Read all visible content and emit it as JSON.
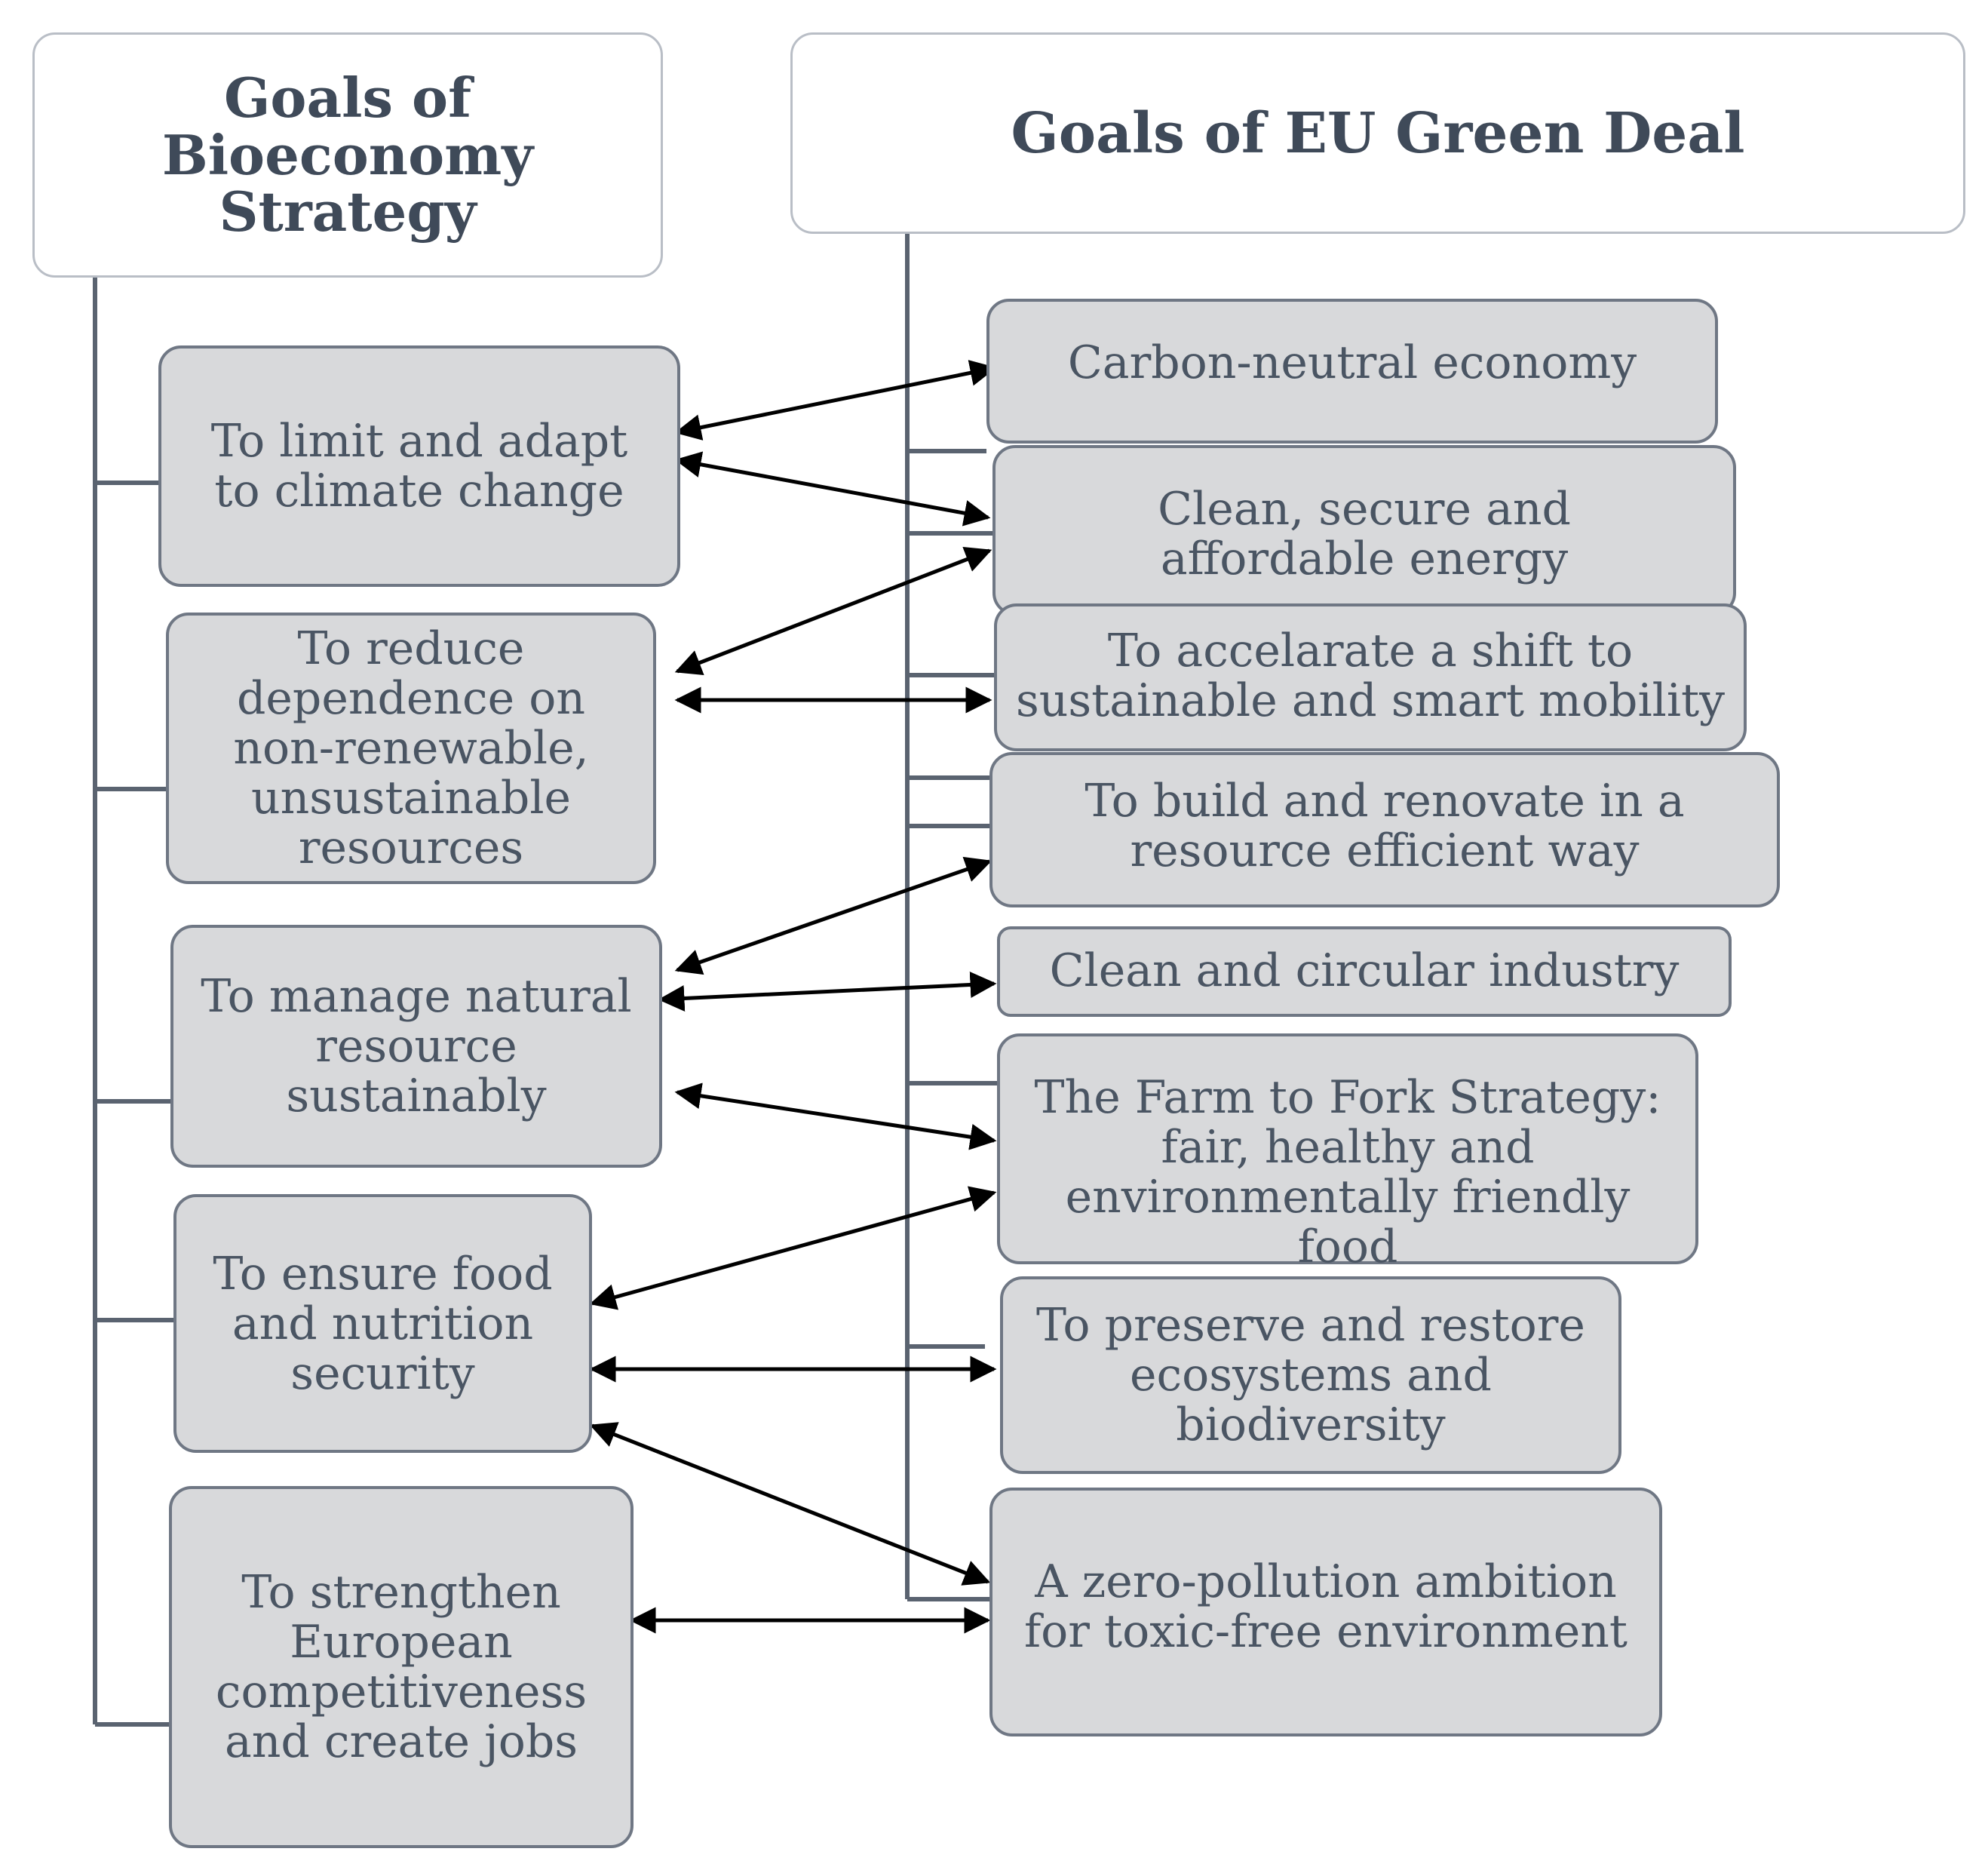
{
  "bioeconomy": {
    "title": "Goals of Bioeconomy Strategy",
    "goals": [
      "To limit and adapt to climate change",
      "To reduce dependence on non-renewable, unsustainable resources",
      "To manage natural resource sustainably",
      "To ensure food and nutrition security",
      "To strengthen European competitiveness and create jobs"
    ]
  },
  "green_deal": {
    "title": "Goals of EU Green Deal",
    "goals": [
      "Carbon-neutral economy",
      "Clean, secure and affordable energy",
      "To accelarate a shift to sustainable and smart mobility",
      "To build and renovate in a resource efficient way",
      "Clean and circular industry",
      "The Farm to Fork Strategy: fair, healthy and environmentally friendly food",
      "To preserve and restore ecosystems and biodiversity",
      "A zero-pollution ambition for toxic-free environment"
    ]
  },
  "links": [
    {
      "from": "To limit and adapt to climate change",
      "to": "Carbon-neutral economy"
    },
    {
      "from": "To limit and adapt to climate change",
      "to": "Clean, secure and affordable energy"
    },
    {
      "from": "To reduce dependence on non-renewable, unsustainable resources",
      "to": "Clean, secure and affordable energy"
    },
    {
      "from": "To reduce dependence on non-renewable, unsustainable resources",
      "to": "To accelarate a shift to sustainable and smart mobility"
    },
    {
      "from": "To manage natural resource sustainably",
      "to": "To build and renovate in a resource efficient way"
    },
    {
      "from": "To manage natural resource sustainably",
      "to": "Clean and circular industry"
    },
    {
      "from": "To manage natural resource sustainably",
      "to": "The Farm to Fork Strategy: fair, healthy and environmentally friendly food"
    },
    {
      "from": "To ensure food and nutrition security",
      "to": "The Farm to Fork Strategy: fair, healthy and environmentally friendly food"
    },
    {
      "from": "To ensure food and nutrition security",
      "to": "To preserve and restore ecosystems and biodiversity"
    },
    {
      "from": "To ensure food and nutrition security",
      "to": "A zero-pollution ambition for toxic-free environment"
    },
    {
      "from": "To strengthen European competitiveness and create jobs",
      "to": "A zero-pollution ambition for toxic-free environment"
    }
  ]
}
